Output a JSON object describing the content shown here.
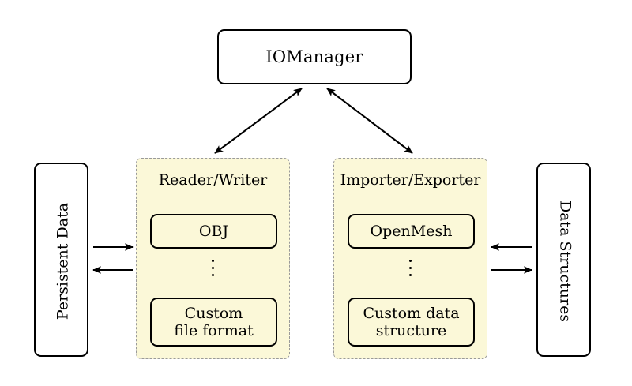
{
  "diagram": {
    "title_node": {
      "label": "IOManager"
    },
    "left_endpoint": {
      "label": "Persistent Data"
    },
    "right_endpoint": {
      "label": "Data Structures"
    },
    "groups": [
      {
        "title": "Reader/Writer",
        "top_item": "OBJ",
        "ellipsis": "⋮",
        "bottom_item_line1": "Custom",
        "bottom_item_line2": "file format"
      },
      {
        "title": "Importer/Exporter",
        "top_item": "OpenMesh",
        "ellipsis": "⋮",
        "bottom_item_line1": "Custom data",
        "bottom_item_line2": "structure"
      }
    ],
    "colors": {
      "group_fill": "#fbf8d8",
      "group_border": "#9a9a9a",
      "node_border": "#000000",
      "node_fill": "#ffffff",
      "arrow": "#000000",
      "background": "#ffffff"
    }
  }
}
